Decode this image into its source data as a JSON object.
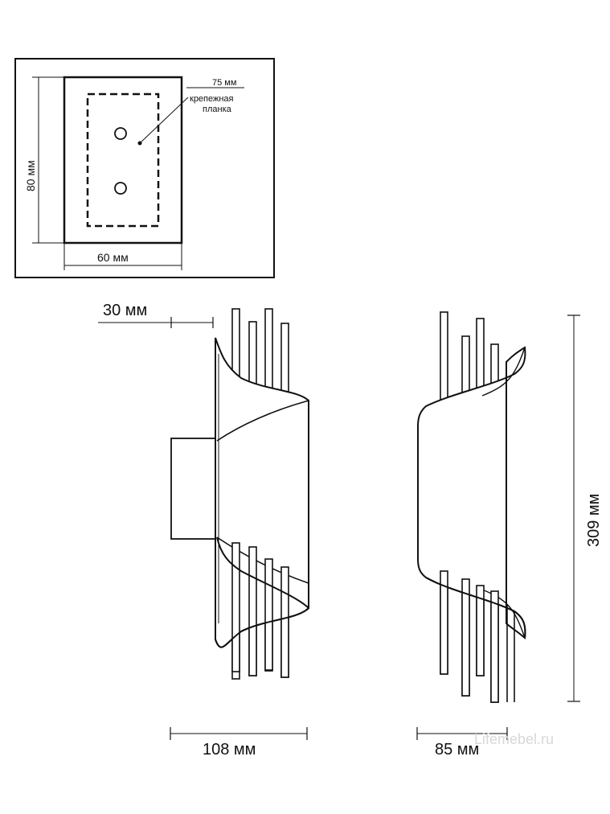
{
  "mounting_plate": {
    "height_label": "80 мм",
    "width_label": "60 мм",
    "holes_distance_label": "75 мм",
    "plate_label_line1": "крепежная",
    "plate_label_line2": "планка"
  },
  "side_view": {
    "depth_label": "30 мм",
    "width_label": "108 мм"
  },
  "front_view": {
    "height_label": "309 мм",
    "width_label": "85 мм"
  },
  "watermark": "Lifemebel.ru"
}
